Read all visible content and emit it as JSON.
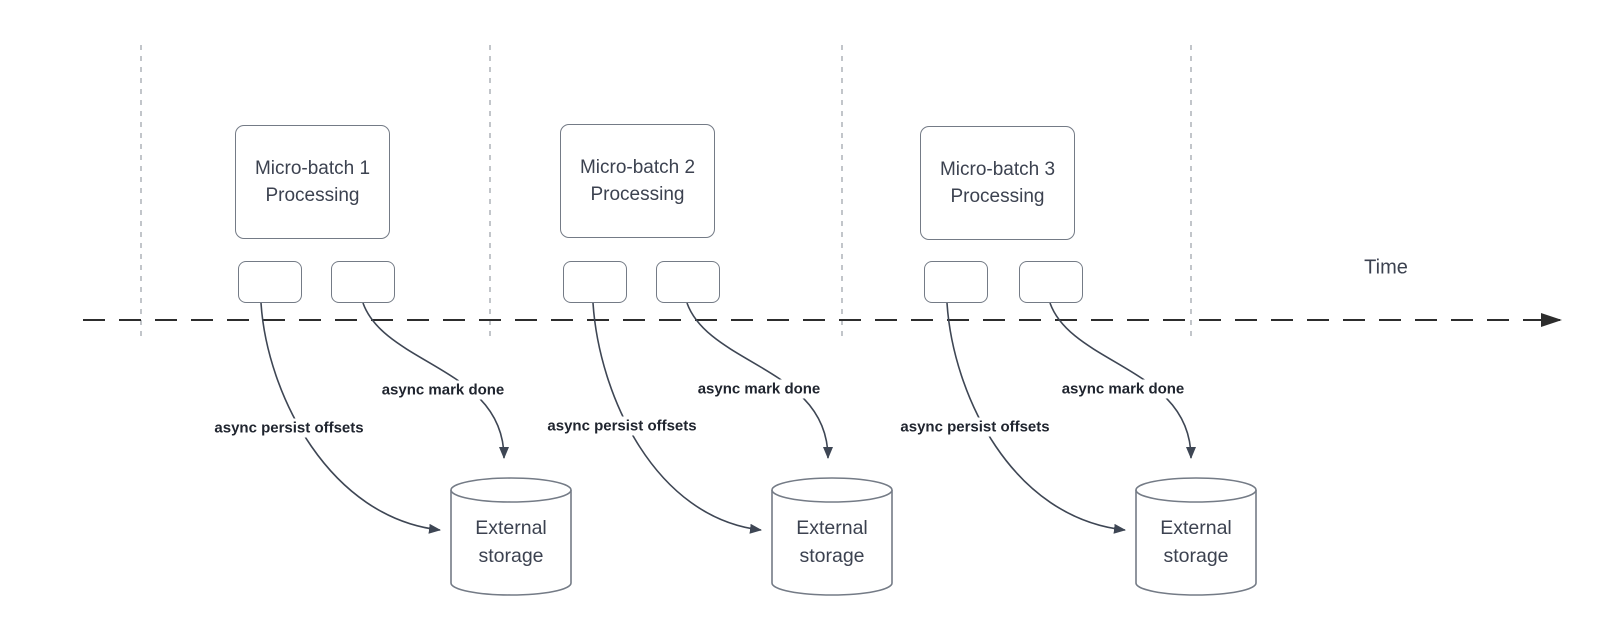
{
  "diagram": {
    "time_axis_label": "Time",
    "groups": [
      {
        "title_line1": "Micro-batch 1",
        "title_line2": "Processing",
        "persist_label": "async persist offsets",
        "mark_done_label": "async mark done",
        "storage_line1": "External",
        "storage_line2": "storage"
      },
      {
        "title_line1": "Micro-batch 2",
        "title_line2": "Processing",
        "persist_label": "async persist offsets",
        "mark_done_label": "async mark done",
        "storage_line1": "External",
        "storage_line2": "storage"
      },
      {
        "title_line1": "Micro-batch 3",
        "title_line2": "Processing",
        "persist_label": "async persist offsets",
        "mark_done_label": "async mark done",
        "storage_line1": "External",
        "storage_line2": "storage"
      }
    ],
    "colors": {
      "shape_border": "#747b86",
      "shape_text": "#3c4250",
      "bold_label_text": "#20252f",
      "arrow_stroke": "#3e4654",
      "timeline_stroke": "#2d2d2d",
      "interval_gridline": "#b3b7bd",
      "background": "#ffffff"
    }
  }
}
